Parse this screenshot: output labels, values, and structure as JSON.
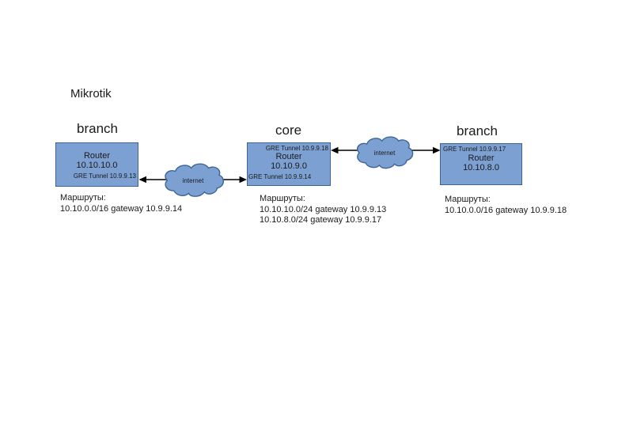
{
  "title": "Mikrotik",
  "nodes": [
    {
      "label": "branch",
      "router_label": "Router",
      "network": "10.10.10.0",
      "gre_bottom": "GRE Tunnel 10.9.9.13",
      "routes_heading": "Маршруты:",
      "routes": [
        "10.10.0.0/16 gateway 10.9.9.14"
      ]
    },
    {
      "label": "core",
      "router_label": "Router",
      "network": "10.10.9.0",
      "gre_top": "GRE Tunnel 10.9.9.18",
      "gre_bottom": "GRE Tunnel 10.9.9.14",
      "routes_heading": "Маршруты:",
      "routes": [
        "10.10.10.0/24 gateway 10.9.9.13",
        "10.10.8.0/24 gateway 10.9.9.17"
      ]
    },
    {
      "label": "branch",
      "router_label": "Router",
      "network": "10.10.8.0",
      "gre_top": "GRE Tunnel 10.9.9.17",
      "routes_heading": "Маршруты:",
      "routes": [
        "10.10.0.0/16 gateway 10.9.9.18"
      ]
    }
  ],
  "clouds": [
    {
      "label": "internet"
    },
    {
      "label": "internet"
    }
  ],
  "colors": {
    "node_fill": "#7da0d2",
    "node_border": "#3c6595",
    "cloud_fill": "#7da0d2",
    "cloud_border": "#3c6595",
    "arrow": "#000000"
  }
}
